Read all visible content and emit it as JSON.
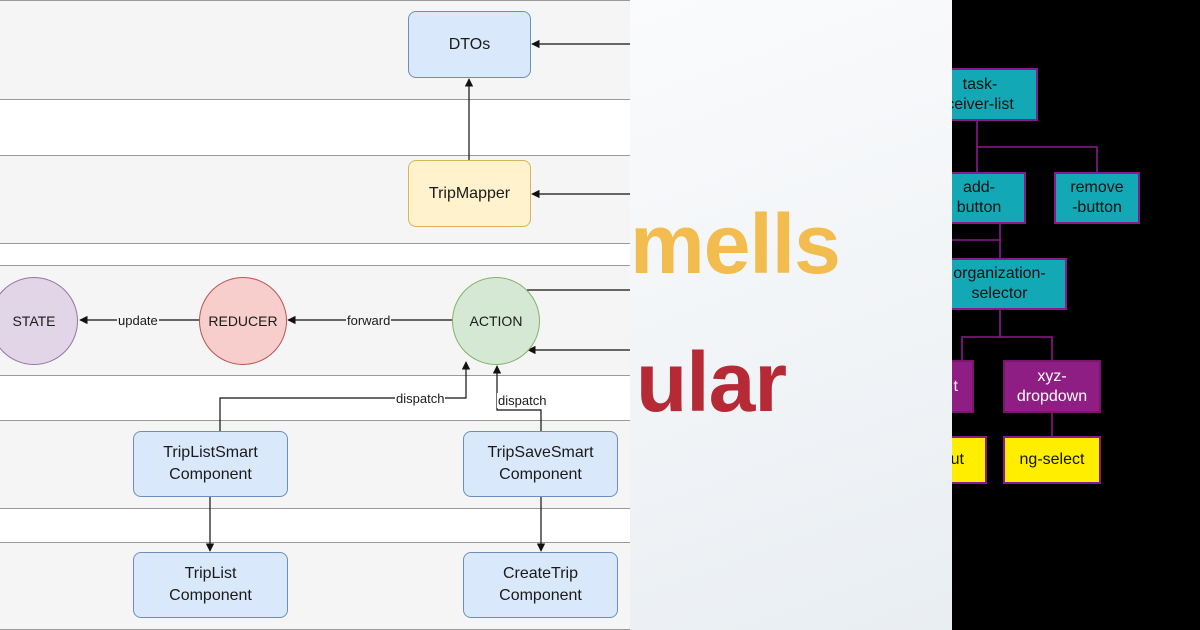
{
  "diagram": {
    "nodes": {
      "dtos": "DTOs",
      "trip_mapper": "TripMapper",
      "state": "STATE",
      "reducer": "REDUCER",
      "action": "ACTION",
      "trip_list_smart": [
        "TripListSmart",
        "Component"
      ],
      "trip_save_smart": [
        "TripSaveSmart",
        "Component"
      ],
      "trip_list": [
        "TripList",
        "Component"
      ],
      "create_trip": [
        "CreateTrip",
        "Component"
      ]
    },
    "edge_labels": {
      "update": "update",
      "forward": "forward",
      "dispatch_left": "dispatch",
      "dispatch_right": "dispatch"
    }
  },
  "title": {
    "line1": "mells",
    "line2": "ular",
    "colors": {
      "line1": "#f2bd4e",
      "line2": "#b62a36"
    }
  },
  "component_tree": {
    "nodes": {
      "task_receiver_list": [
        "task-",
        "ceiver-list"
      ],
      "add_button": [
        "add-",
        "button"
      ],
      "remove_button": [
        "remove",
        "-button"
      ],
      "organization_selector": [
        "organization-",
        "selector"
      ],
      "partial_magenta": [
        "",
        "t"
      ],
      "xyz_dropdown": [
        "xyz-",
        "dropdown"
      ],
      "partial_yellow": "ut",
      "ng_select": "ng-select"
    },
    "colors": {
      "cyan": "#12a8b5",
      "magenta": "#8e1e84",
      "yellow": "#ffee00",
      "edge": "#8a1a8a"
    }
  }
}
